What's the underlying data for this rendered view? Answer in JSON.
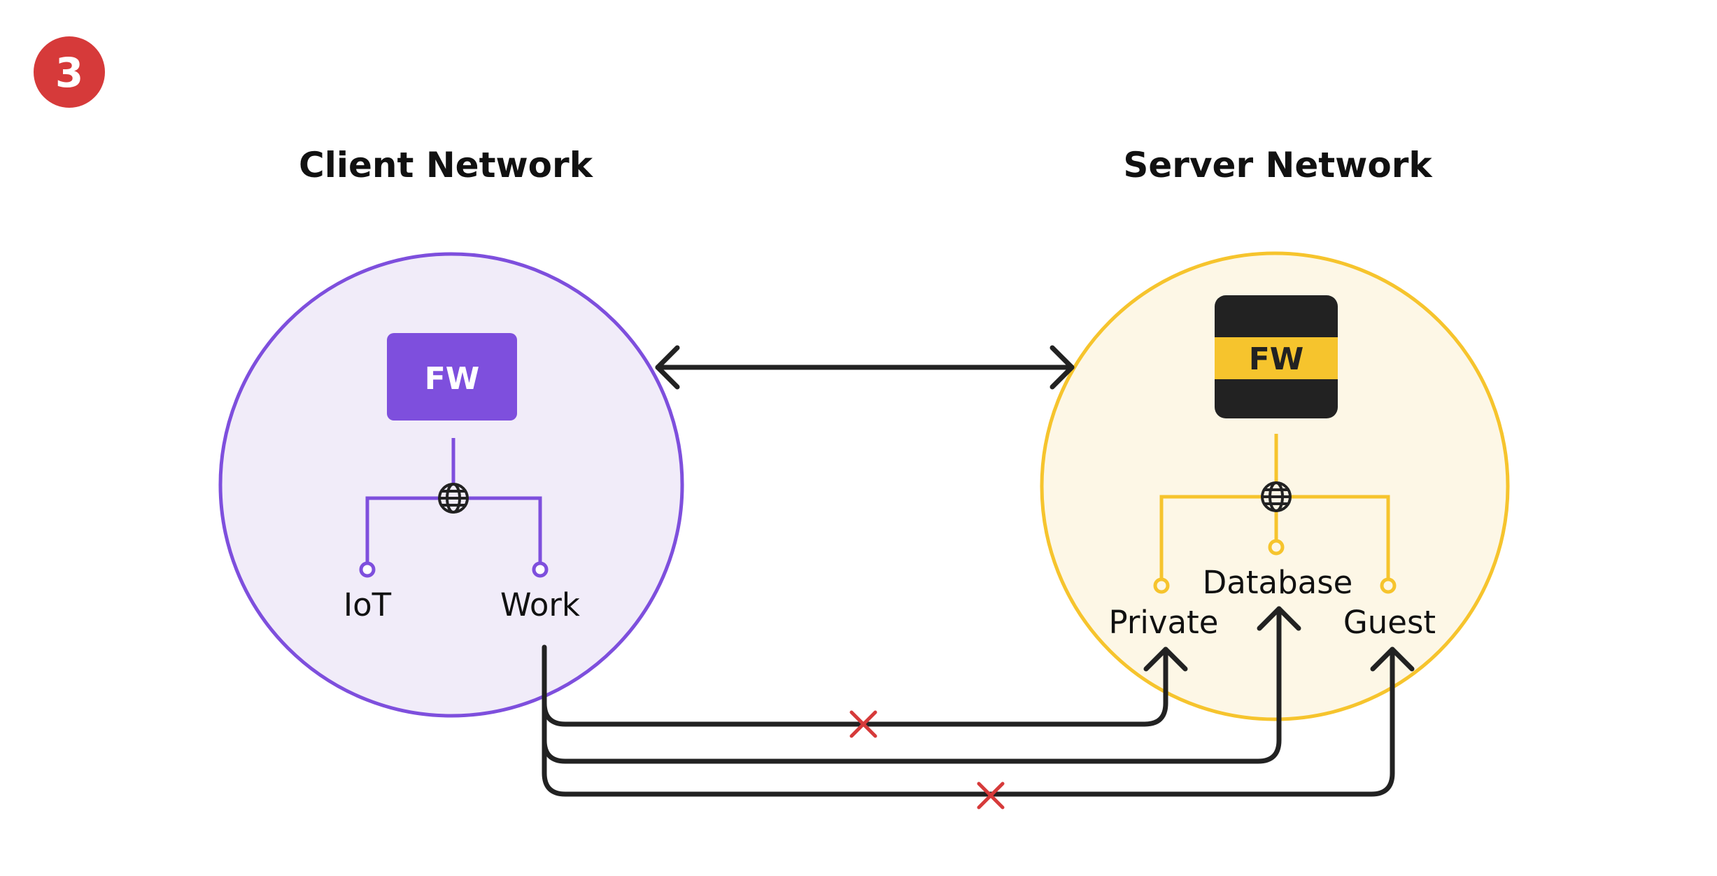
{
  "step_badge": {
    "number": "3",
    "color": "#d63a3a"
  },
  "client_network": {
    "title": "Client Network",
    "firewall_label": "FW",
    "accent": "#7e4fdd",
    "fill": "#f1ecf9",
    "segments": [
      "IoT",
      "Work"
    ]
  },
  "server_network": {
    "title": "Server Network",
    "firewall_label": "FW",
    "accent": "#f6c42d",
    "fill": "#fdf7e6",
    "segments": [
      "Private",
      "Database",
      "Guest"
    ]
  },
  "connections": [
    {
      "from": "Client Network",
      "to": "Server Network",
      "bidirectional": true,
      "blocked": false
    },
    {
      "from": "Work",
      "to": "Private",
      "blocked": true
    },
    {
      "from": "Work",
      "to": "Database",
      "blocked": false
    },
    {
      "from": "Work",
      "to": "Guest",
      "blocked": true
    }
  ],
  "colors": {
    "line": "#222222",
    "block_mark": "#d63a3a"
  }
}
